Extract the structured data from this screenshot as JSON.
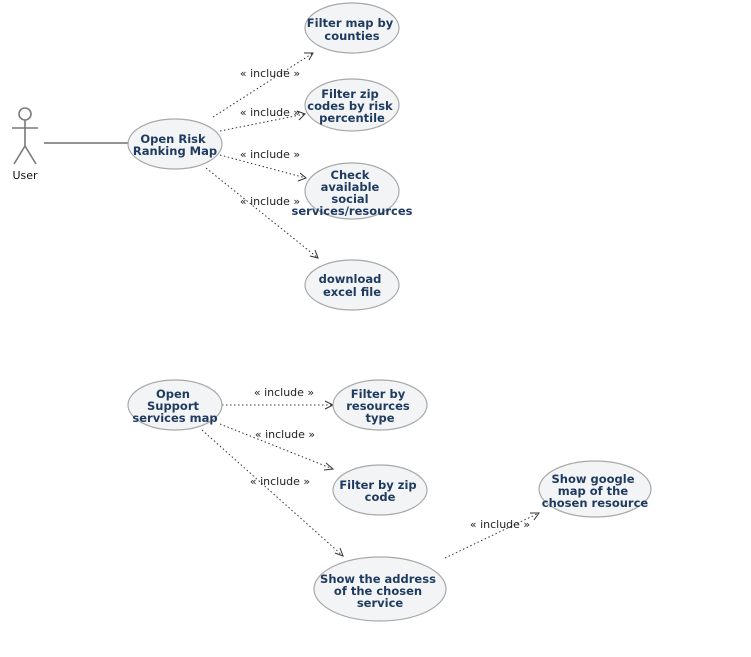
{
  "actor": {
    "name": "User"
  },
  "use_cases": {
    "open_risk": [
      "Open Risk",
      "Ranking Map"
    ],
    "filter_counties": [
      "Filter map by",
      "counties"
    ],
    "filter_zip_risk": [
      "Filter zip",
      "codes by risk",
      "percentile"
    ],
    "check_services": [
      "Check",
      "available",
      "social",
      "services/resources"
    ],
    "download_excel": [
      "download",
      "excel file"
    ],
    "open_support": [
      "Open",
      "Support",
      "services map"
    ],
    "filter_resources": [
      "Filter by",
      "resources",
      "type"
    ],
    "filter_zip": [
      "Filter by zip",
      "code"
    ],
    "show_address": [
      "Show the address",
      "of the chosen",
      "service"
    ],
    "show_google": [
      "Show google",
      "map of the",
      "chosen resource"
    ]
  },
  "relations": [
    {
      "from": "open_risk",
      "to": "filter_counties",
      "label": "« include »"
    },
    {
      "from": "open_risk",
      "to": "filter_zip_risk",
      "label": "« include »"
    },
    {
      "from": "open_risk",
      "to": "check_services",
      "label": "« include »"
    },
    {
      "from": "open_risk",
      "to": "download_excel",
      "label": "« include »"
    },
    {
      "from": "open_support",
      "to": "filter_resources",
      "label": "« include »"
    },
    {
      "from": "open_support",
      "to": "filter_zip",
      "label": "« include »"
    },
    {
      "from": "open_support",
      "to": "show_address",
      "label": "« include »"
    },
    {
      "from": "show_address",
      "to": "show_google",
      "label": "« include »"
    }
  ]
}
